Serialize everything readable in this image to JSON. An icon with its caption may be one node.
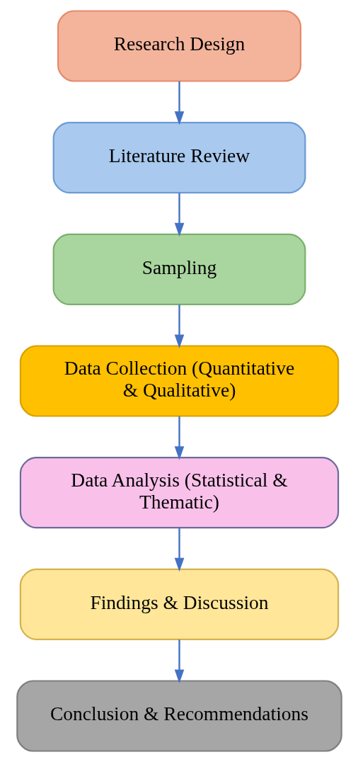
{
  "diagram": {
    "nodes": [
      {
        "text": [
          "Research Design"
        ]
      },
      {
        "text": [
          "Literature Review"
        ]
      },
      {
        "text": [
          "Sampling"
        ]
      },
      {
        "text": [
          "Data Collection (Quantitative & Qualitative)"
        ]
      },
      {
        "text": [
          "Data Analysis (Statistical & Thematic)"
        ]
      },
      {
        "text": [
          "Findings & Discussion"
        ]
      },
      {
        "text": [
          "Conclusion & Recommendations"
        ]
      }
    ],
    "edges": [
      {
        "from": 0,
        "to": 1,
        "arrow": "to"
      },
      {
        "from": 1,
        "to": 2,
        "arrow": "to"
      },
      {
        "from": 2,
        "to": 3,
        "arrow": "to"
      },
      {
        "from": 3,
        "to": 4,
        "arrow": "to"
      },
      {
        "from": 4,
        "to": 5,
        "arrow": "to"
      },
      {
        "from": 5,
        "to": 6,
        "arrow": "to"
      }
    ]
  }
}
